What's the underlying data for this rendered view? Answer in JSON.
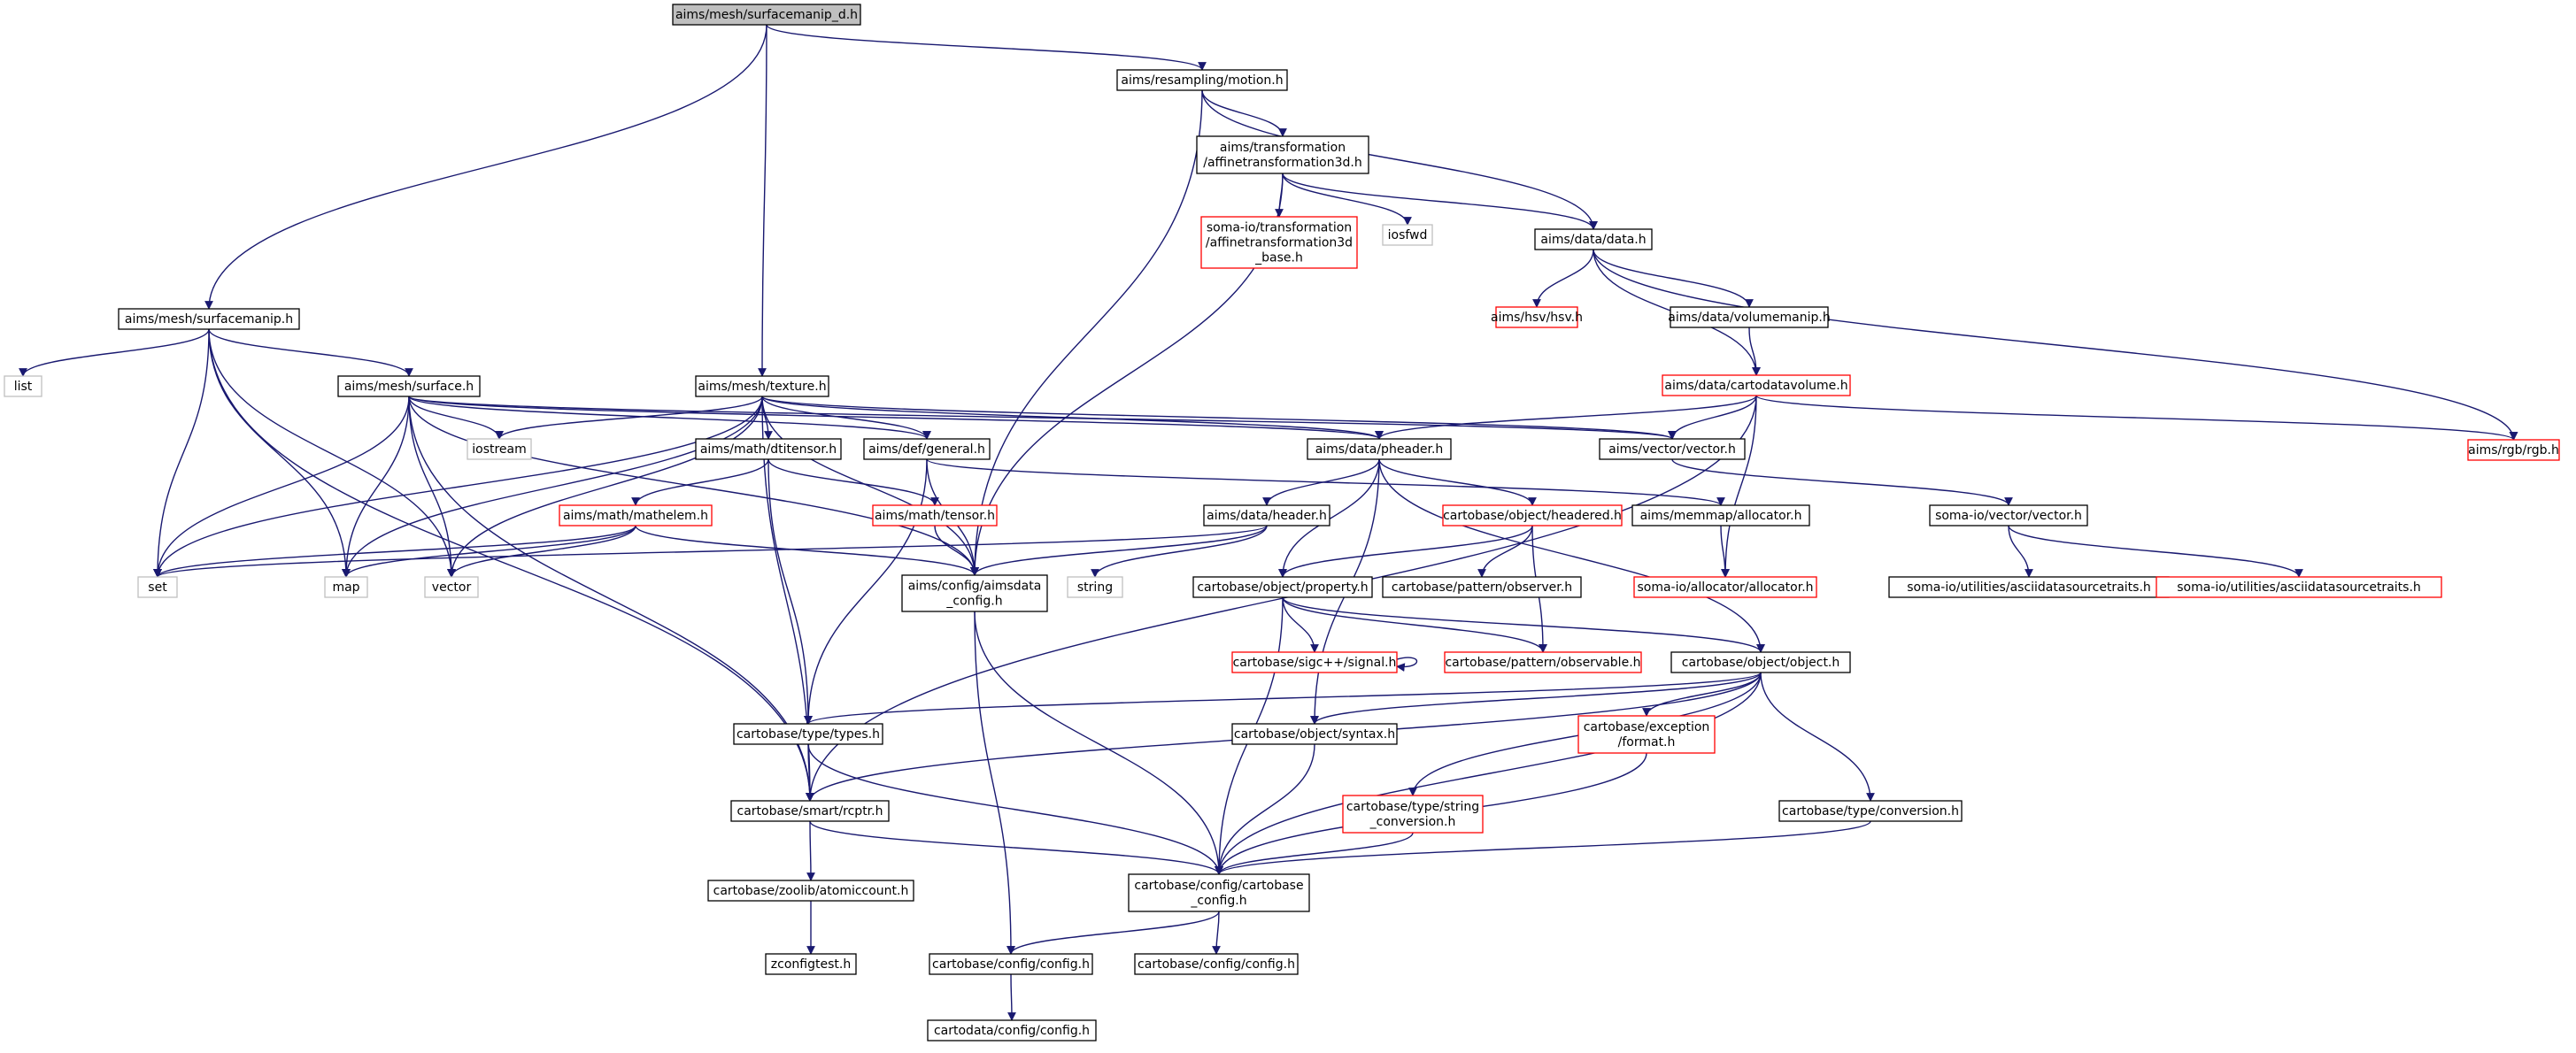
{
  "title": "aims/mesh/surfacemanip_d.h",
  "colors": {
    "edge": "#191970",
    "node_border_normal": "#000000",
    "node_border_truncated": "#ff0000",
    "node_border_system": "#bfbfbf",
    "root_fill": "#bfbfbf",
    "node_fill": "#ffffff"
  },
  "nodes": [
    {
      "id": "root",
      "lines": [
        "aims/mesh/surfacemanip_d.h"
      ],
      "kind": "root"
    },
    {
      "id": "motion",
      "lines": [
        "aims/resampling/motion.h"
      ],
      "kind": "normal"
    },
    {
      "id": "affine",
      "lines": [
        "aims/transformation",
        "/affinetransformation3d.h"
      ],
      "kind": "normal"
    },
    {
      "id": "somaaffine",
      "lines": [
        "soma-io/transformation",
        "/affinetransformation3d",
        "_base.h"
      ],
      "kind": "truncated"
    },
    {
      "id": "iosfwd",
      "lines": [
        "iosfwd"
      ],
      "kind": "system"
    },
    {
      "id": "data",
      "lines": [
        "aims/data/data.h"
      ],
      "kind": "normal"
    },
    {
      "id": "hsv",
      "lines": [
        "aims/hsv/hsv.h"
      ],
      "kind": "truncated"
    },
    {
      "id": "volumemanip",
      "lines": [
        "aims/data/volumemanip.h"
      ],
      "kind": "normal"
    },
    {
      "id": "cartovol",
      "lines": [
        "aims/data/cartodatavolume.h"
      ],
      "kind": "truncated"
    },
    {
      "id": "rgb",
      "lines": [
        "aims/rgb/rgb.h"
      ],
      "kind": "truncated"
    },
    {
      "id": "surfacemanip",
      "lines": [
        "aims/mesh/surfacemanip.h"
      ],
      "kind": "normal"
    },
    {
      "id": "list",
      "lines": [
        "list"
      ],
      "kind": "system"
    },
    {
      "id": "surface",
      "lines": [
        "aims/mesh/surface.h"
      ],
      "kind": "normal"
    },
    {
      "id": "texture",
      "lines": [
        "aims/mesh/texture.h"
      ],
      "kind": "normal"
    },
    {
      "id": "iostream",
      "lines": [
        "iostream"
      ],
      "kind": "system"
    },
    {
      "id": "dtitensor",
      "lines": [
        "aims/math/dtitensor.h"
      ],
      "kind": "normal"
    },
    {
      "id": "general",
      "lines": [
        "aims/def/general.h"
      ],
      "kind": "normal"
    },
    {
      "id": "pheader",
      "lines": [
        "aims/data/pheader.h"
      ],
      "kind": "normal"
    },
    {
      "id": "vectorh",
      "lines": [
        "aims/vector/vector.h"
      ],
      "kind": "normal"
    },
    {
      "id": "mathelem",
      "lines": [
        "aims/math/mathelem.h"
      ],
      "kind": "truncated"
    },
    {
      "id": "tensor",
      "lines": [
        "aims/math/tensor.h"
      ],
      "kind": "truncated"
    },
    {
      "id": "header",
      "lines": [
        "aims/data/header.h"
      ],
      "kind": "normal"
    },
    {
      "id": "headered",
      "lines": [
        "cartobase/object/headered.h"
      ],
      "kind": "truncated"
    },
    {
      "id": "allocator",
      "lines": [
        "aims/memmap/allocator.h"
      ],
      "kind": "normal"
    },
    {
      "id": "somavector",
      "lines": [
        "soma-io/vector/vector.h"
      ],
      "kind": "normal"
    },
    {
      "id": "set",
      "lines": [
        "set"
      ],
      "kind": "system"
    },
    {
      "id": "map",
      "lines": [
        "map"
      ],
      "kind": "system"
    },
    {
      "id": "vector",
      "lines": [
        "vector"
      ],
      "kind": "system"
    },
    {
      "id": "aimsdataconfig",
      "lines": [
        "aims/config/aimsdata",
        "_config.h"
      ],
      "kind": "normal"
    },
    {
      "id": "string",
      "lines": [
        "string"
      ],
      "kind": "system"
    },
    {
      "id": "property",
      "lines": [
        "cartobase/object/property.h"
      ],
      "kind": "normal"
    },
    {
      "id": "observer",
      "lines": [
        "cartobase/pattern/observer.h"
      ],
      "kind": "normal"
    },
    {
      "id": "somaallocator",
      "lines": [
        "soma-io/allocator/allocator.h"
      ],
      "kind": "truncated"
    },
    {
      "id": "asciitraits1",
      "lines": [
        "soma-io/utilities/asciidatasourcetraits.h"
      ],
      "kind": "normal"
    },
    {
      "id": "asciitraits2",
      "lines": [
        "soma-io/utilities/asciidatasourcetraits.h"
      ],
      "kind": "truncated"
    },
    {
      "id": "signal",
      "lines": [
        "cartobase/sigc++/signal.h"
      ],
      "kind": "truncated"
    },
    {
      "id": "observable",
      "lines": [
        "cartobase/pattern/observable.h"
      ],
      "kind": "truncated"
    },
    {
      "id": "object",
      "lines": [
        "cartobase/object/object.h"
      ],
      "kind": "normal"
    },
    {
      "id": "types",
      "lines": [
        "cartobase/type/types.h"
      ],
      "kind": "normal"
    },
    {
      "id": "syntax",
      "lines": [
        "cartobase/object/syntax.h"
      ],
      "kind": "normal"
    },
    {
      "id": "exformat",
      "lines": [
        "cartobase/exception",
        "/format.h"
      ],
      "kind": "truncated"
    },
    {
      "id": "rcptr",
      "lines": [
        "cartobase/smart/rcptr.h"
      ],
      "kind": "normal"
    },
    {
      "id": "strconv",
      "lines": [
        "cartobase/type/string",
        "_conversion.h"
      ],
      "kind": "truncated"
    },
    {
      "id": "conversion",
      "lines": [
        "cartobase/type/conversion.h"
      ],
      "kind": "normal"
    },
    {
      "id": "atomiccount",
      "lines": [
        "cartobase/zoolib/atomiccount.h"
      ],
      "kind": "normal"
    },
    {
      "id": "cbconfig",
      "lines": [
        "cartobase/config/cartobase",
        "_config.h"
      ],
      "kind": "normal"
    },
    {
      "id": "zconfigtest",
      "lines": [
        "zconfigtest.h"
      ],
      "kind": "normal"
    },
    {
      "id": "cbconfigh1",
      "lines": [
        "cartobase/config/config.h"
      ],
      "kind": "normal"
    },
    {
      "id": "cbconfigh2",
      "lines": [
        "cartobase/config/config.h"
      ],
      "kind": "normal"
    },
    {
      "id": "cdconfig",
      "lines": [
        "cartodata/config/config.h"
      ],
      "kind": "normal"
    }
  ],
  "edges": [
    [
      "root",
      "motion"
    ],
    [
      "root",
      "texture"
    ],
    [
      "root",
      "surfacemanip"
    ],
    [
      "motion",
      "affine"
    ],
    [
      "motion",
      "data"
    ],
    [
      "motion",
      "aimsdataconfig"
    ],
    [
      "affine",
      "somaaffine"
    ],
    [
      "affine",
      "iosfwd"
    ],
    [
      "affine",
      "data"
    ],
    [
      "affine",
      "aimsdataconfig"
    ],
    [
      "data",
      "hsv"
    ],
    [
      "data",
      "volumemanip"
    ],
    [
      "data",
      "cartovol"
    ],
    [
      "data",
      "rgb"
    ],
    [
      "volumemanip",
      "cartovol"
    ],
    [
      "cartovol",
      "pheader"
    ],
    [
      "cartovol",
      "vectorh"
    ],
    [
      "cartovol",
      "rgb"
    ],
    [
      "cartovol",
      "somaallocator"
    ],
    [
      "cartovol",
      "rcptr"
    ],
    [
      "surfacemanip",
      "list"
    ],
    [
      "surfacemanip",
      "surface"
    ],
    [
      "surfacemanip",
      "set"
    ],
    [
      "surfacemanip",
      "map"
    ],
    [
      "surfacemanip",
      "vector"
    ],
    [
      "surfacemanip",
      "rcptr"
    ],
    [
      "surface",
      "iostream"
    ],
    [
      "surface",
      "general"
    ],
    [
      "surface",
      "pheader"
    ],
    [
      "surface",
      "vectorh"
    ],
    [
      "surface",
      "set"
    ],
    [
      "surface",
      "map"
    ],
    [
      "surface",
      "vector"
    ],
    [
      "surface",
      "aimsdataconfig"
    ],
    [
      "surface",
      "rcptr"
    ],
    [
      "texture",
      "iostream"
    ],
    [
      "texture",
      "dtitensor"
    ],
    [
      "texture",
      "general"
    ],
    [
      "texture",
      "pheader"
    ],
    [
      "texture",
      "vectorh"
    ],
    [
      "texture",
      "map"
    ],
    [
      "texture",
      "vector"
    ],
    [
      "texture",
      "aimsdataconfig"
    ],
    [
      "texture",
      "rcptr"
    ],
    [
      "texture",
      "set"
    ],
    [
      "dtitensor",
      "mathelem"
    ],
    [
      "dtitensor",
      "tensor"
    ],
    [
      "dtitensor",
      "types"
    ],
    [
      "mathelem",
      "set"
    ],
    [
      "mathelem",
      "map"
    ],
    [
      "mathelem",
      "vector"
    ],
    [
      "mathelem",
      "aimsdataconfig"
    ],
    [
      "tensor",
      "aimsdataconfig"
    ],
    [
      "general",
      "aimsdataconfig"
    ],
    [
      "general",
      "allocator"
    ],
    [
      "general",
      "types"
    ],
    [
      "pheader",
      "header"
    ],
    [
      "pheader",
      "headered"
    ],
    [
      "pheader",
      "property"
    ],
    [
      "pheader",
      "syntax"
    ],
    [
      "pheader",
      "object"
    ],
    [
      "header",
      "aimsdataconfig"
    ],
    [
      "header",
      "string"
    ],
    [
      "header",
      "set"
    ],
    [
      "headered",
      "property"
    ],
    [
      "headered",
      "observer"
    ],
    [
      "headered",
      "observable"
    ],
    [
      "allocator",
      "somaallocator"
    ],
    [
      "vectorh",
      "somavector"
    ],
    [
      "somavector",
      "asciitraits1"
    ],
    [
      "somavector",
      "asciitraits2"
    ],
    [
      "aimsdataconfig",
      "cbconfig"
    ],
    [
      "aimsdataconfig",
      "cbconfigh1"
    ],
    [
      "property",
      "signal"
    ],
    [
      "property",
      "observable"
    ],
    [
      "property",
      "object"
    ],
    [
      "property",
      "cbconfig"
    ],
    [
      "signal",
      "signal"
    ],
    [
      "object",
      "types"
    ],
    [
      "object",
      "syntax"
    ],
    [
      "object",
      "exformat"
    ],
    [
      "object",
      "rcptr"
    ],
    [
      "object",
      "strconv"
    ],
    [
      "object",
      "conversion"
    ],
    [
      "object",
      "cbconfig"
    ],
    [
      "types",
      "rcptr"
    ],
    [
      "types",
      "cbconfig"
    ],
    [
      "syntax",
      "cbconfig"
    ],
    [
      "exformat",
      "cbconfig"
    ],
    [
      "strconv",
      "cbconfig"
    ],
    [
      "conversion",
      "cbconfig"
    ],
    [
      "rcptr",
      "atomiccount"
    ],
    [
      "rcptr",
      "cbconfig"
    ],
    [
      "atomiccount",
      "zconfigtest"
    ],
    [
      "cbconfig",
      "cbconfigh1"
    ],
    [
      "cbconfig",
      "cbconfigh2"
    ],
    [
      "cbconfigh1",
      "cdconfig"
    ]
  ]
}
